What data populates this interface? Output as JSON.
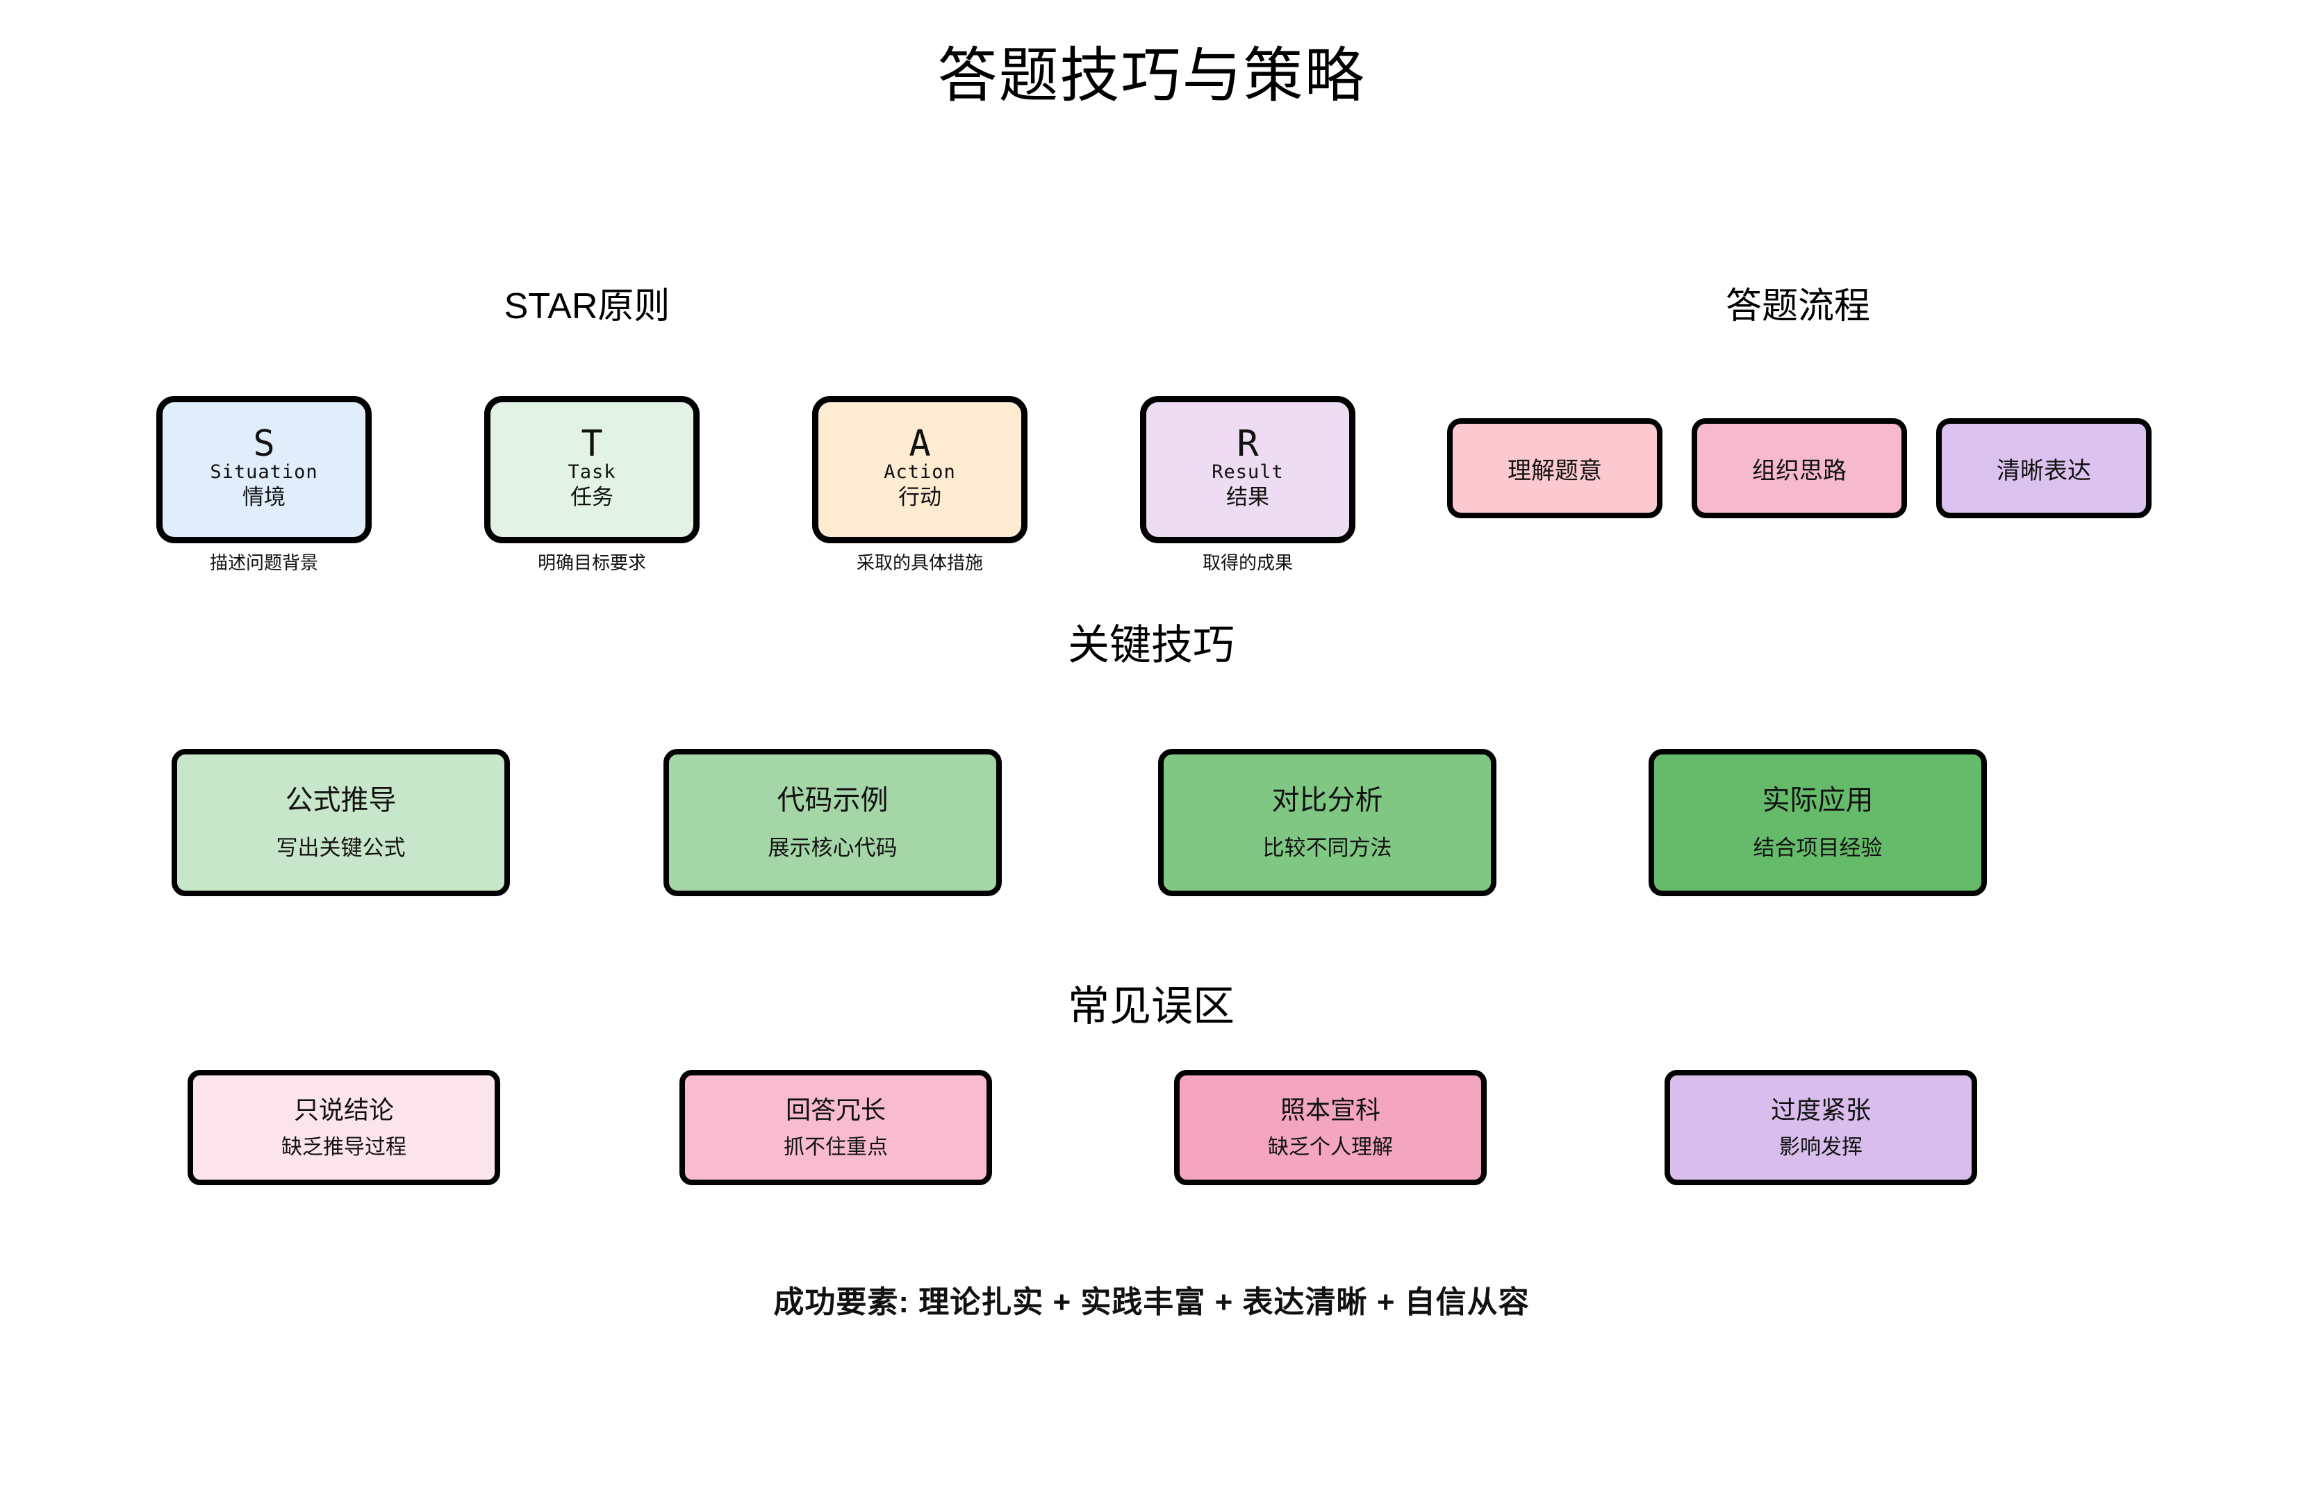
{
  "page": {
    "title": "答题技巧与策略",
    "background": "#ffffff"
  },
  "sections": {
    "star": {
      "heading": "STAR原则",
      "items": [
        {
          "letter": "S",
          "english": "Situation",
          "chinese": "情境",
          "caption": "描述问题背景",
          "fill": "#e0eefb",
          "border": "#000000"
        },
        {
          "letter": "T",
          "english": "Task",
          "chinese": "任务",
          "caption": "明确目标要求",
          "fill": "#e2f2e4",
          "border": "#000000"
        },
        {
          "letter": "A",
          "english": "Action",
          "chinese": "行动",
          "caption": "采取的具体措施",
          "fill": "#fdecd2",
          "border": "#000000"
        },
        {
          "letter": "R",
          "english": "Result",
          "chinese": "结果",
          "caption": "取得的成果",
          "fill": "#eedcf2",
          "border": "#000000"
        }
      ]
    },
    "flow": {
      "heading": "答题流程",
      "items": [
        {
          "label": "理解题意",
          "fill": "#fbc9cf"
        },
        {
          "label": "组织思路",
          "fill": "#f7b9cd"
        },
        {
          "label": "清晰表达",
          "fill": "#dcc2ee"
        }
      ]
    },
    "techniques": {
      "heading": "关键技巧",
      "items": [
        {
          "title": "公式推导",
          "subtitle": "写出关键公式",
          "fill": "#c8e6c9"
        },
        {
          "title": "代码示例",
          "subtitle": "展示核心代码",
          "fill": "#a5d6a7"
        },
        {
          "title": "对比分析",
          "subtitle": "比较不同方法",
          "fill": "#81c784"
        },
        {
          "title": "实际应用",
          "subtitle": "结合项目经验",
          "fill": "#66bb6a"
        }
      ]
    },
    "pitfalls": {
      "heading": "常见误区",
      "items": [
        {
          "title": "只说结论",
          "subtitle": "缺乏推导过程",
          "fill": "#fce4ec"
        },
        {
          "title": "回答冗长",
          "subtitle": "抓不住重点",
          "fill": "#f8bbd0"
        },
        {
          "title": "照本宣科",
          "subtitle": "缺乏个人理解",
          "fill": "#f4a6c0"
        },
        {
          "title": "过度紧张",
          "subtitle": "影响发挥",
          "fill": "#d9bdec"
        }
      ]
    }
  },
  "footer": {
    "text": "成功要素: 理论扎实 + 实践丰富 + 表达清晰 + 自信从容"
  }
}
